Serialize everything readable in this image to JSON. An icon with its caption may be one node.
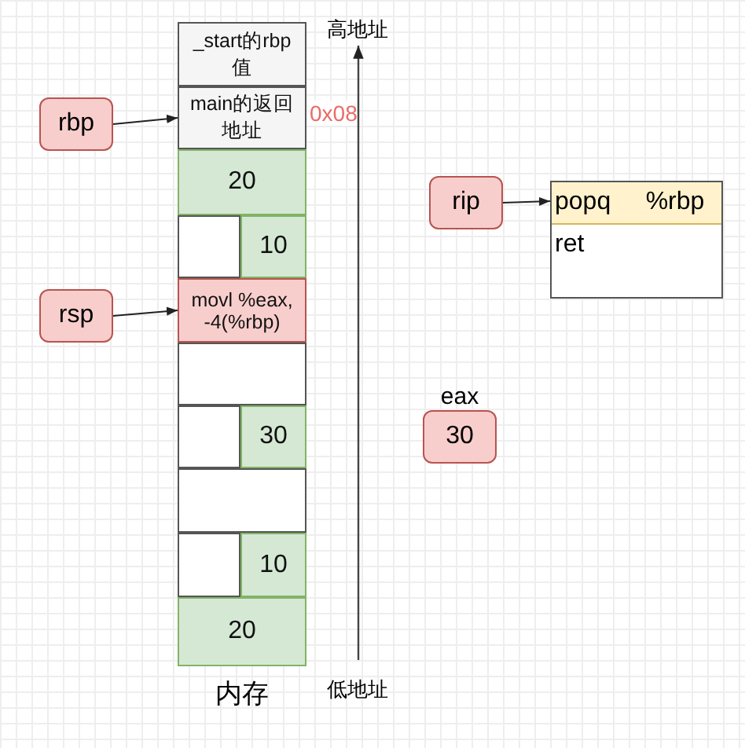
{
  "diagram": {
    "nodes": [
      {
        "text": [
          "内存"
        ]
      },
      {
        "text": [
          "_start的rbp值"
        ],
        "in": 0
      },
      {
        "text": [
          "main的返回地址"
        ],
        "in": 0,
        "beside": [
          "0x08"
        ]
      },
      {
        "text": [
          "20"
        ],
        "in": 0
      },
      {
        "text": [],
        "shape": "box",
        "in": 0
      },
      {
        "text": [
          "10"
        ],
        "in": 0
      },
      {
        "text": [
          "movl %eax, -4(%rbp)"
        ],
        "in": 0
      },
      {
        "text": [],
        "shape": "box",
        "in": 0
      },
      {
        "text": [],
        "shape": "box",
        "in": 0
      },
      {
        "text": [
          "30"
        ],
        "in": 0
      },
      {
        "text": [],
        "shape": "box",
        "in": 0
      },
      {
        "text": [],
        "shape": "box",
        "in": 0
      },
      {
        "text": [
          "10"
        ],
        "in": 0
      },
      {
        "text": [
          "20"
        ],
        "in": 0
      },
      {
        "text": [
          "rbp"
        ]
      },
      {
        "text": [
          "rsp"
        ]
      },
      {
        "text": [
          "rip"
        ]
      },
      {
        "text": [
          "popq %rbp",
          "ret"
        ]
      },
      {
        "text": [
          "eax",
          "30"
        ]
      }
    ],
    "edges": [
      {
        "from": 14,
        "to": 2,
        "arrow": "to"
      },
      {
        "from": 15,
        "to": 6,
        "arrow": "to"
      },
      {
        "from": 16,
        "to": 17,
        "arrow": "to"
      }
    ],
    "labels": [
      "高地址",
      "低地址"
    ]
  }
}
